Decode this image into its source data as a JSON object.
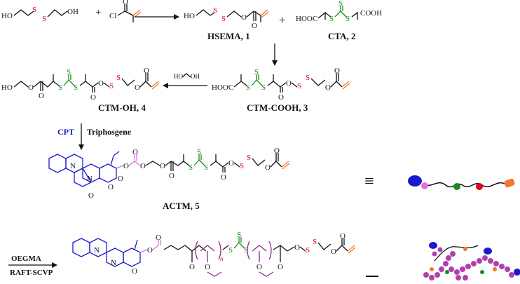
{
  "colors": {
    "black": "#111111",
    "disulfide_red": "#e0001b",
    "trithio_green": "#1a8a1a",
    "methacrylate_orange": "#f07a2a",
    "cpt_blue": "#1a1acc",
    "carbonate_pink": "#e070e0",
    "oegma_purple": "#8a2a8a",
    "bead_purple": "#b040b0"
  },
  "compounds": {
    "hsema": {
      "label": "HSEMA, 1"
    },
    "cta": {
      "label": "CTA, 2"
    },
    "ctm_cooh": {
      "label": "CTM-COOH, 3"
    },
    "ctm_oh": {
      "label": "CTM-OH, 4"
    },
    "actm": {
      "label": "ACTM, 5"
    }
  },
  "atoms": {
    "ho": "HO",
    "oh": "OH",
    "cl": "Cl",
    "o": "O",
    "s": "S",
    "n": "N",
    "hooc": "HOOC",
    "cooh": "COOH",
    "plus": "+",
    "equiv": "≡",
    "ho_oh_reagent": "HO⁀⁀OH"
  },
  "reagents": {
    "cpt": "CPT",
    "triphosgene": "Triphosgene",
    "oegma": "OEGMA",
    "raft_scvp": "RAFT-SCVP",
    "ho": "HO",
    "oh": "OH"
  },
  "polymer": {
    "repeat_n": "n"
  }
}
